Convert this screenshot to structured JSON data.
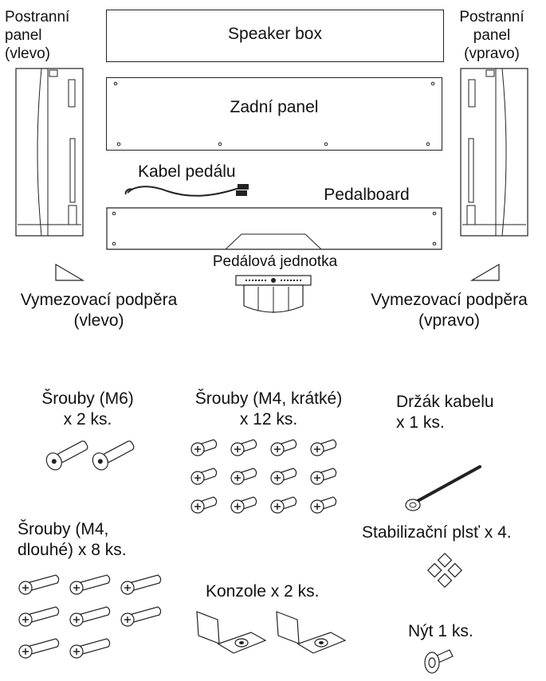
{
  "labels": {
    "side_left": "Postranní\npanel\n(vlevo)",
    "side_right": "Postranní\npanel\n(vpravo)",
    "speaker_box": "Speaker box",
    "back_panel": "Zadní panel",
    "pedal_cable": "Kabel pedálu",
    "pedalboard": "Pedalboard",
    "pedal_unit": "Pedálová jednotka",
    "spacer_left": "Vymezovací podpěra\n(vlevo)",
    "spacer_right": "Vymezovací podpěra\n(vpravo)",
    "screws_m6": "Šrouby (M6)\nx 2 ks.",
    "screws_m4_short": "Šrouby (M4, krátké)\nx 12 ks.",
    "cable_holder": "Držák kabelu\nx 1 ks.",
    "screws_m4_long": "Šrouby (M4,\ndlouhé) x 8 ks.",
    "stabilizer_felt": "Stabilizační plsť x 4.",
    "brackets": "Konzole x 2 ks.",
    "rivet": "Nýt 1 ks."
  }
}
